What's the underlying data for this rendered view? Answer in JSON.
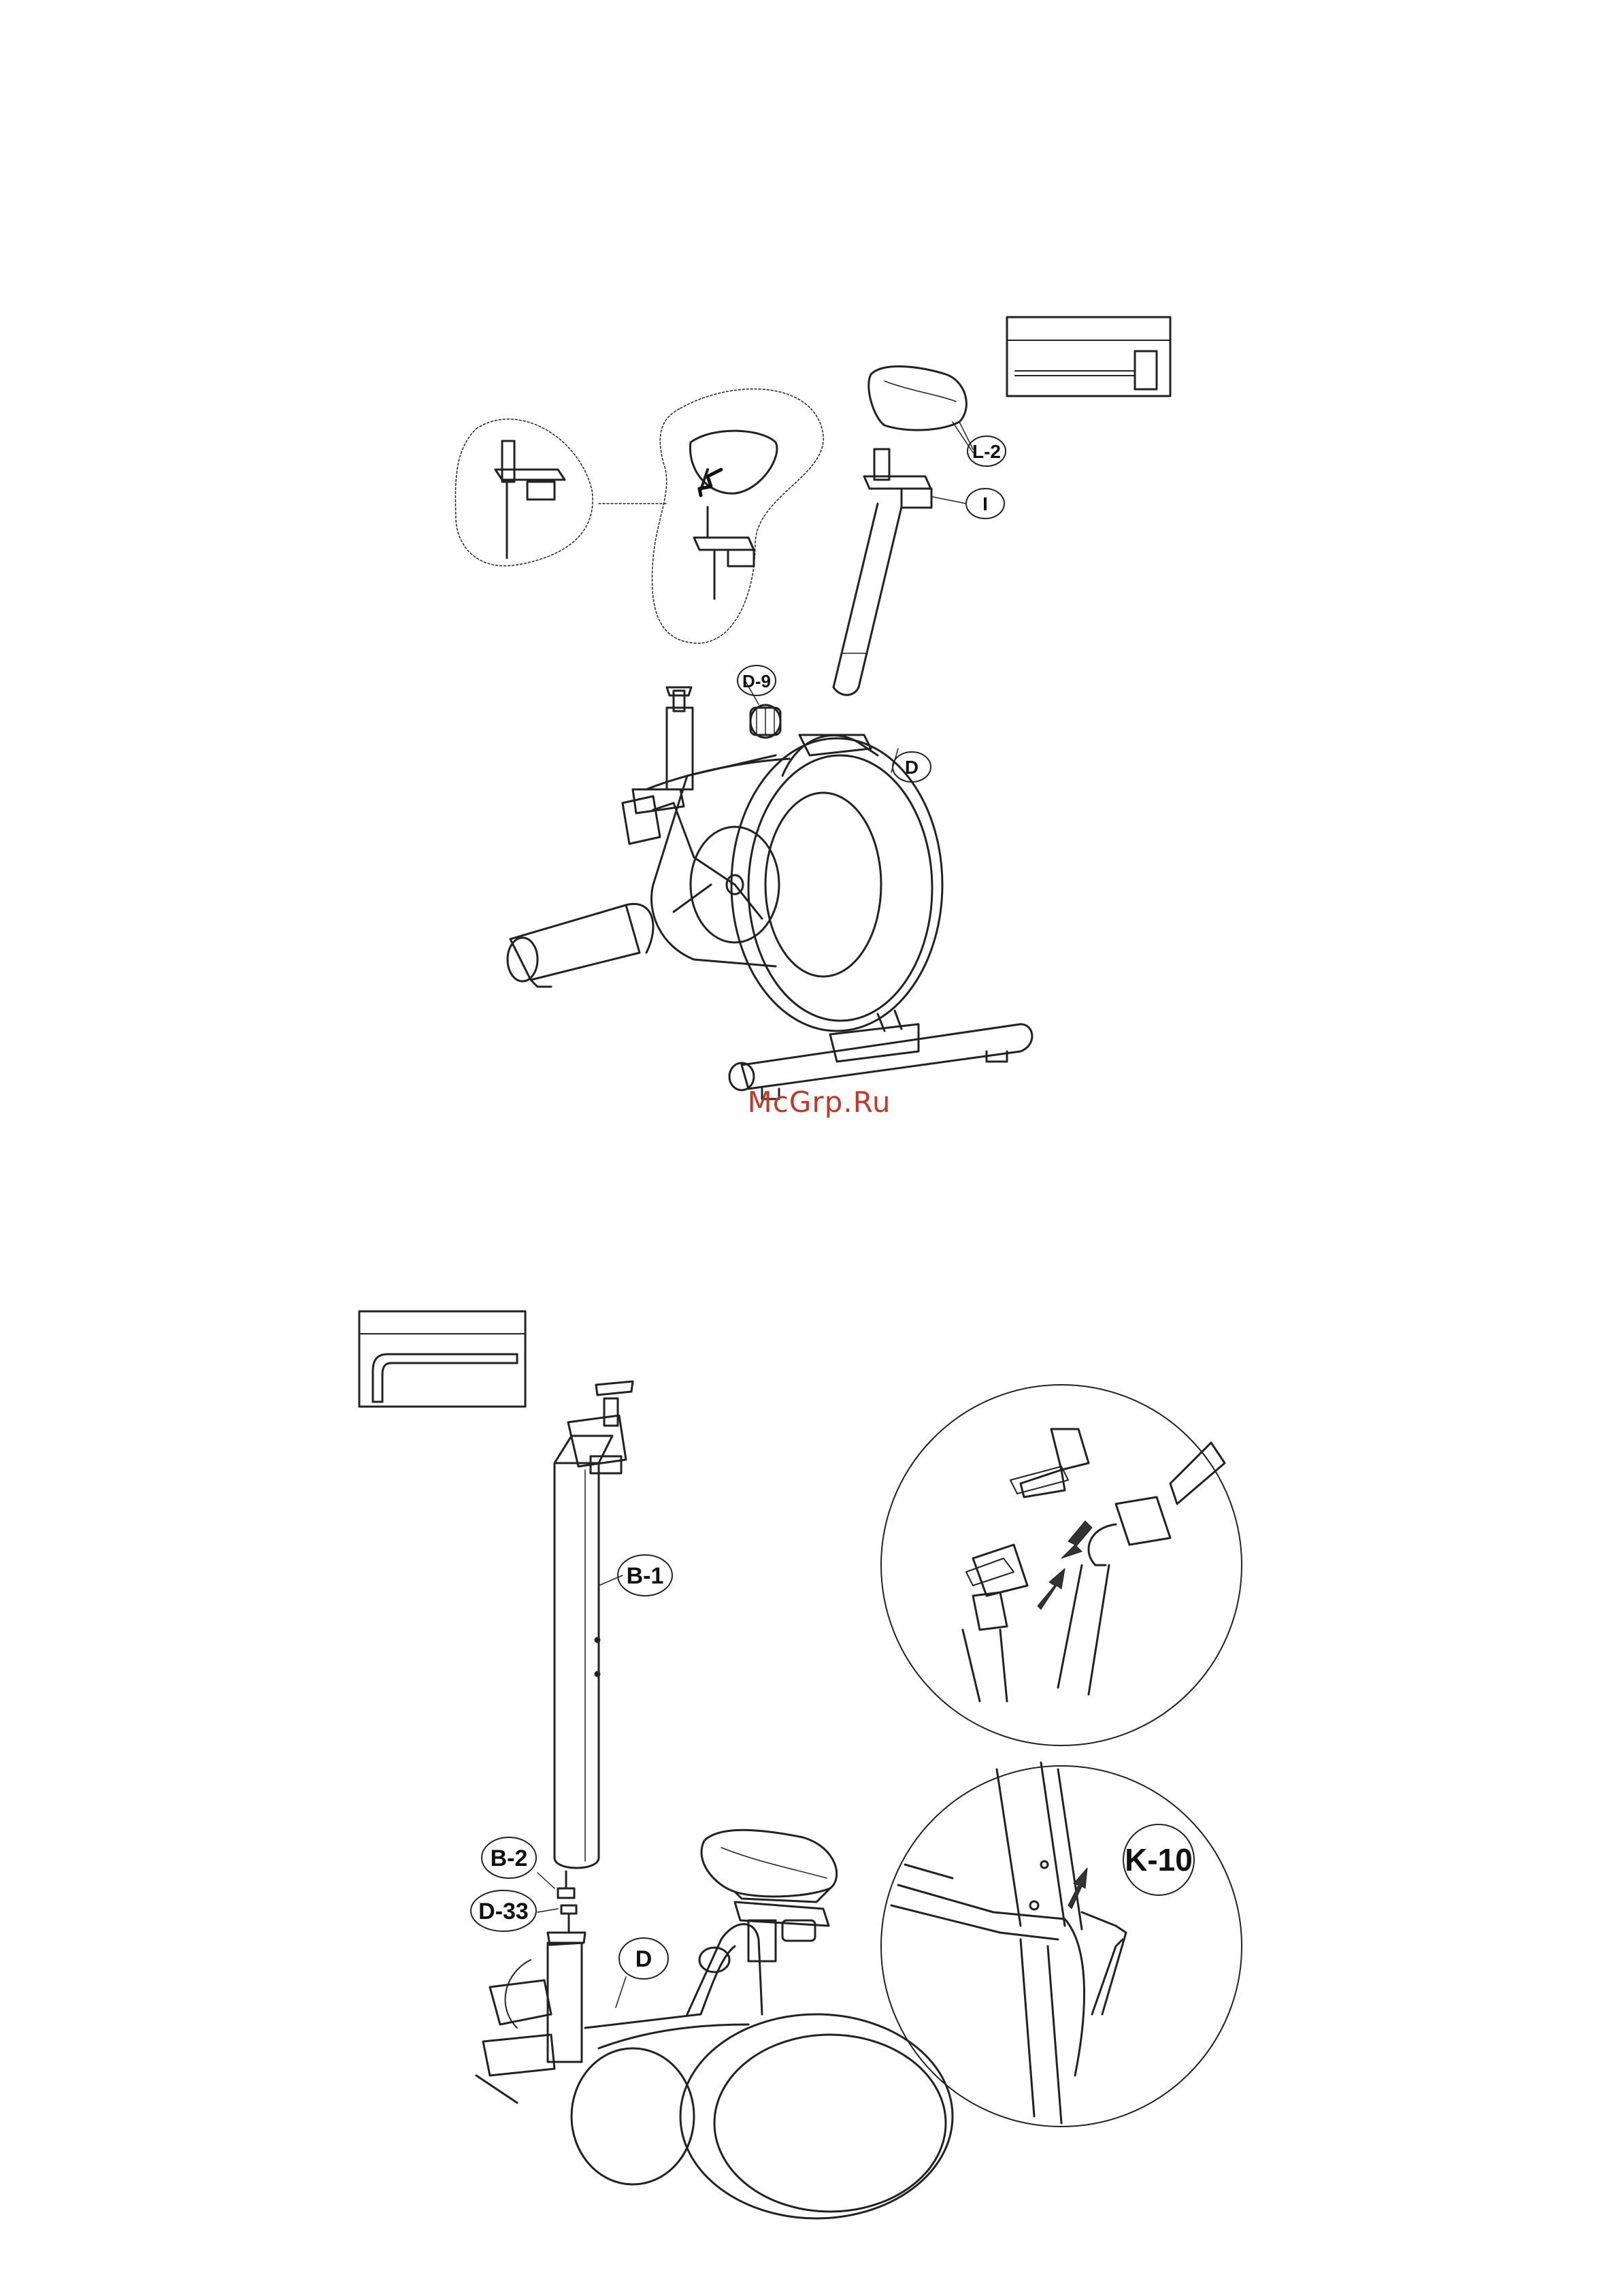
{
  "callouts": {
    "step1": {
      "l2": "L-2",
      "i": "I",
      "d9": "D-9",
      "d": "D"
    },
    "step2": {
      "b1": "B-1",
      "b2": "B-2",
      "d33": "D-33",
      "d": "D",
      "k10": "K-10"
    }
  },
  "watermark": "McGrp.Ru",
  "tools": {
    "step1_tool": "wrench-icon",
    "step2_tool": "allen-key-icon"
  }
}
